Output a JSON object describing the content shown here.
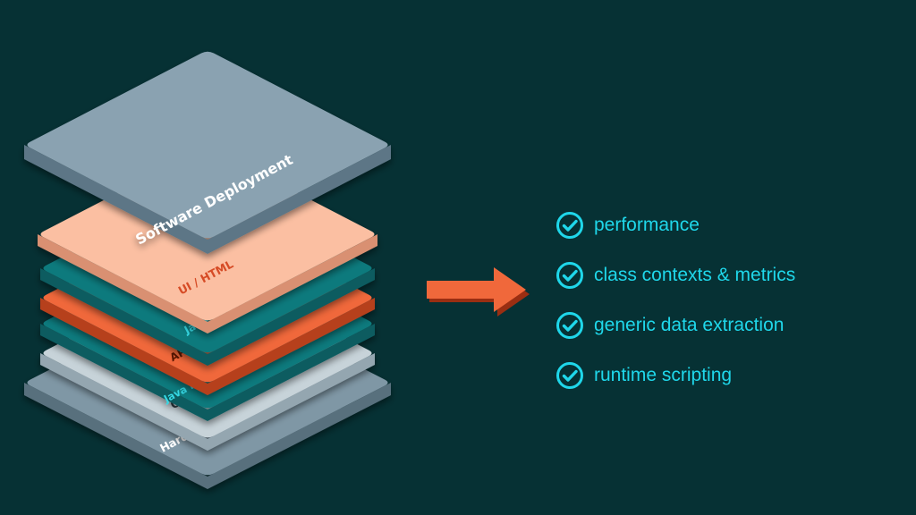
{
  "stack": {
    "layers": [
      {
        "id": "hardware",
        "label": "Hardware",
        "top": "#7f97a5",
        "side": "#596f7d",
        "text": "#ffffff"
      },
      {
        "id": "os",
        "label": "OS",
        "top": "#c7d3d9",
        "side": "#94a6b0",
        "text": "#2f3b42"
      },
      {
        "id": "jre",
        "label": "Java Runtime Environment",
        "top": "#117a7d",
        "side": "#0b5c60",
        "text": "#34d6e2"
      },
      {
        "id": "apex",
        "label": "APEX Collector",
        "top": "#f0683b",
        "side": "#b63f1d",
        "text": "#5a1604"
      },
      {
        "id": "java-app",
        "label": "Java Application",
        "top": "#117a7d",
        "side": "#0b5c60",
        "text": "#34d6e2"
      },
      {
        "id": "ui",
        "label": "UI / HTML",
        "top": "#fbbfa2",
        "side": "#d99072",
        "text": "#d64c25"
      },
      {
        "id": "software-deployment",
        "label": "Software Deployment",
        "top": "#8aa2b1",
        "side": "#5d7686",
        "text": "#ffffff"
      }
    ]
  },
  "arrow": {
    "color": "#f0683b",
    "shade": "#9a2e12"
  },
  "features": {
    "color": "#1fd7ea",
    "items": [
      "performance",
      "class contexts & metrics",
      "generic data extraction",
      "runtime scripting"
    ]
  }
}
